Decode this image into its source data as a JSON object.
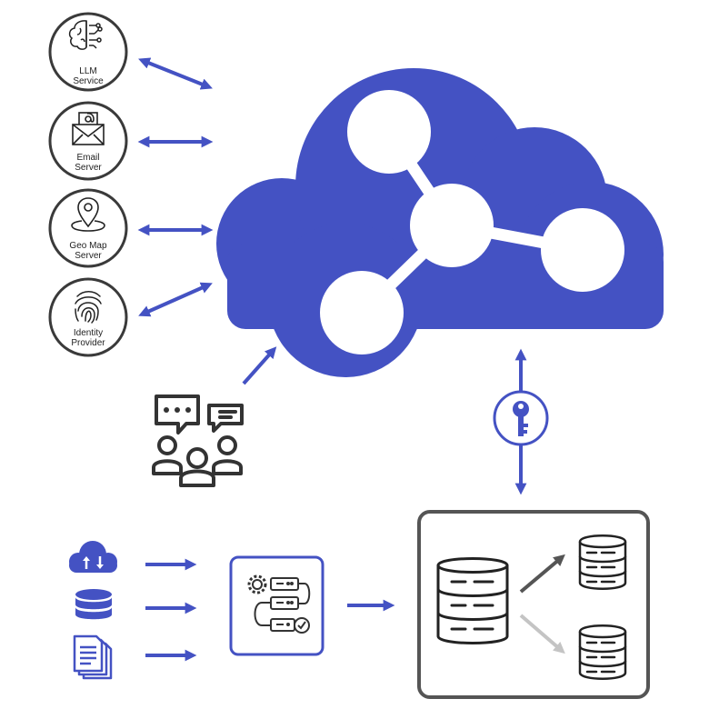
{
  "colors": {
    "brand": "#4452C3",
    "ink": "#222222",
    "circle_border": "#3a3a3a",
    "box_border": "#555555",
    "arrow_dark": "#555555",
    "arrow_light": "#c4c4c4",
    "background": "#ffffff"
  },
  "services": [
    {
      "line1": "LLM",
      "line2": "Service",
      "icon": "brain-circuit-icon"
    },
    {
      "line1": "Email",
      "line2": "Server",
      "icon": "envelope-at-icon"
    },
    {
      "line1": "Geo Map",
      "line2": "Server",
      "icon": "map-pin-icon"
    },
    {
      "line1": "Identity",
      "line2": "Provider",
      "icon": "fingerprint-icon"
    }
  ],
  "icons": {
    "cloud": "knowledge-graph-cloud-icon",
    "users": "users-chat-icon",
    "key": "key-icon",
    "sources": [
      "cloud-upload-download-icon",
      "database-icon",
      "documents-icon"
    ],
    "pipeline": "workflow-pipeline-icon",
    "main_db": "database-server-icon",
    "replicas": [
      "replica-database-icon",
      "replica-database-icon"
    ]
  }
}
